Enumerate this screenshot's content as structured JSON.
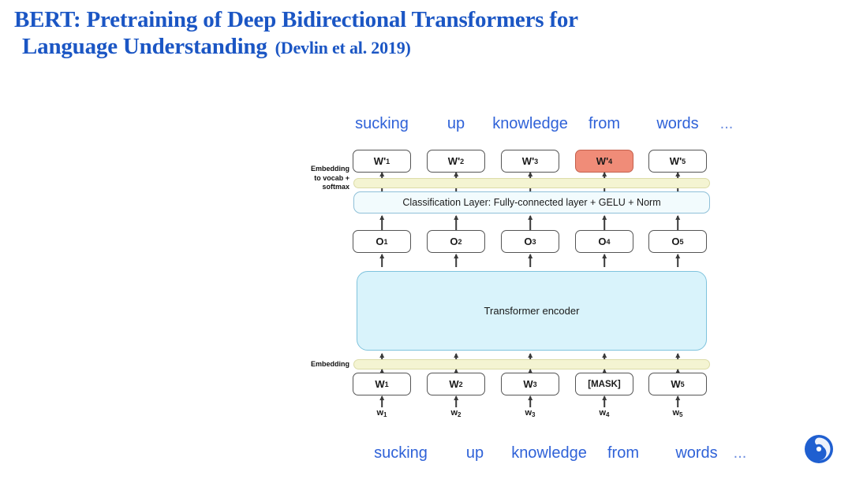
{
  "slide": {
    "title_line_1": "BERT: Pretraining of Deep Bidirectional Transformers for",
    "title_line_2": "Language Understanding",
    "citation": "(Devlin et al. 2019)",
    "title_color": "#1b56c4",
    "background_color": "#ffffff"
  },
  "diagram": {
    "output_words": [
      "sucking",
      "up",
      "knowledge",
      "from",
      "words",
      "..."
    ],
    "input_words": [
      "sucking",
      "up",
      "knowledge",
      "from",
      "words",
      "..."
    ],
    "output_tokens": [
      {
        "label": "W'",
        "sub": "1",
        "highlight": false
      },
      {
        "label": "W'",
        "sub": "2",
        "highlight": false
      },
      {
        "label": "W'",
        "sub": "3",
        "highlight": false
      },
      {
        "label": "W'",
        "sub": "4",
        "highlight": true
      },
      {
        "label": "W'",
        "sub": "5",
        "highlight": false
      }
    ],
    "hidden_states": [
      {
        "label": "O",
        "sub": "1"
      },
      {
        "label": "O",
        "sub": "2"
      },
      {
        "label": "O",
        "sub": "3"
      },
      {
        "label": "O",
        "sub": "4"
      },
      {
        "label": "O",
        "sub": "5"
      }
    ],
    "input_tokens": [
      {
        "label": "W",
        "sub": "1",
        "mask": false
      },
      {
        "label": "W",
        "sub": "2",
        "mask": false
      },
      {
        "label": "W",
        "sub": "3",
        "mask": false
      },
      {
        "label": "[MASK]",
        "sub": "",
        "mask": true
      },
      {
        "label": "W",
        "sub": "5",
        "mask": false
      }
    ],
    "bottom_ticks": [
      {
        "label": "w",
        "sub": "1"
      },
      {
        "label": "w",
        "sub": "2"
      },
      {
        "label": "w",
        "sub": "3"
      },
      {
        "label": "w",
        "sub": "4"
      },
      {
        "label": "w",
        "sub": "5"
      }
    ],
    "embedding_to_vocab_label": [
      "Embedding",
      "to vocab +",
      "softmax"
    ],
    "classification_layer_label": "Classification Layer: Fully-connected layer + GELU + Norm",
    "encoder_label": "Transformer encoder",
    "embedding_label": "Embedding",
    "colors": {
      "mask_highlight": "#f08c78",
      "embedding_band": "#f4f4d2",
      "encoder_fill": "#d9f3fb",
      "classification_fill": "#f2fbfd",
      "word_text": "#2f62d8"
    }
  },
  "logo": {
    "name": "swirl-logo",
    "color": "#1f5fd0"
  }
}
